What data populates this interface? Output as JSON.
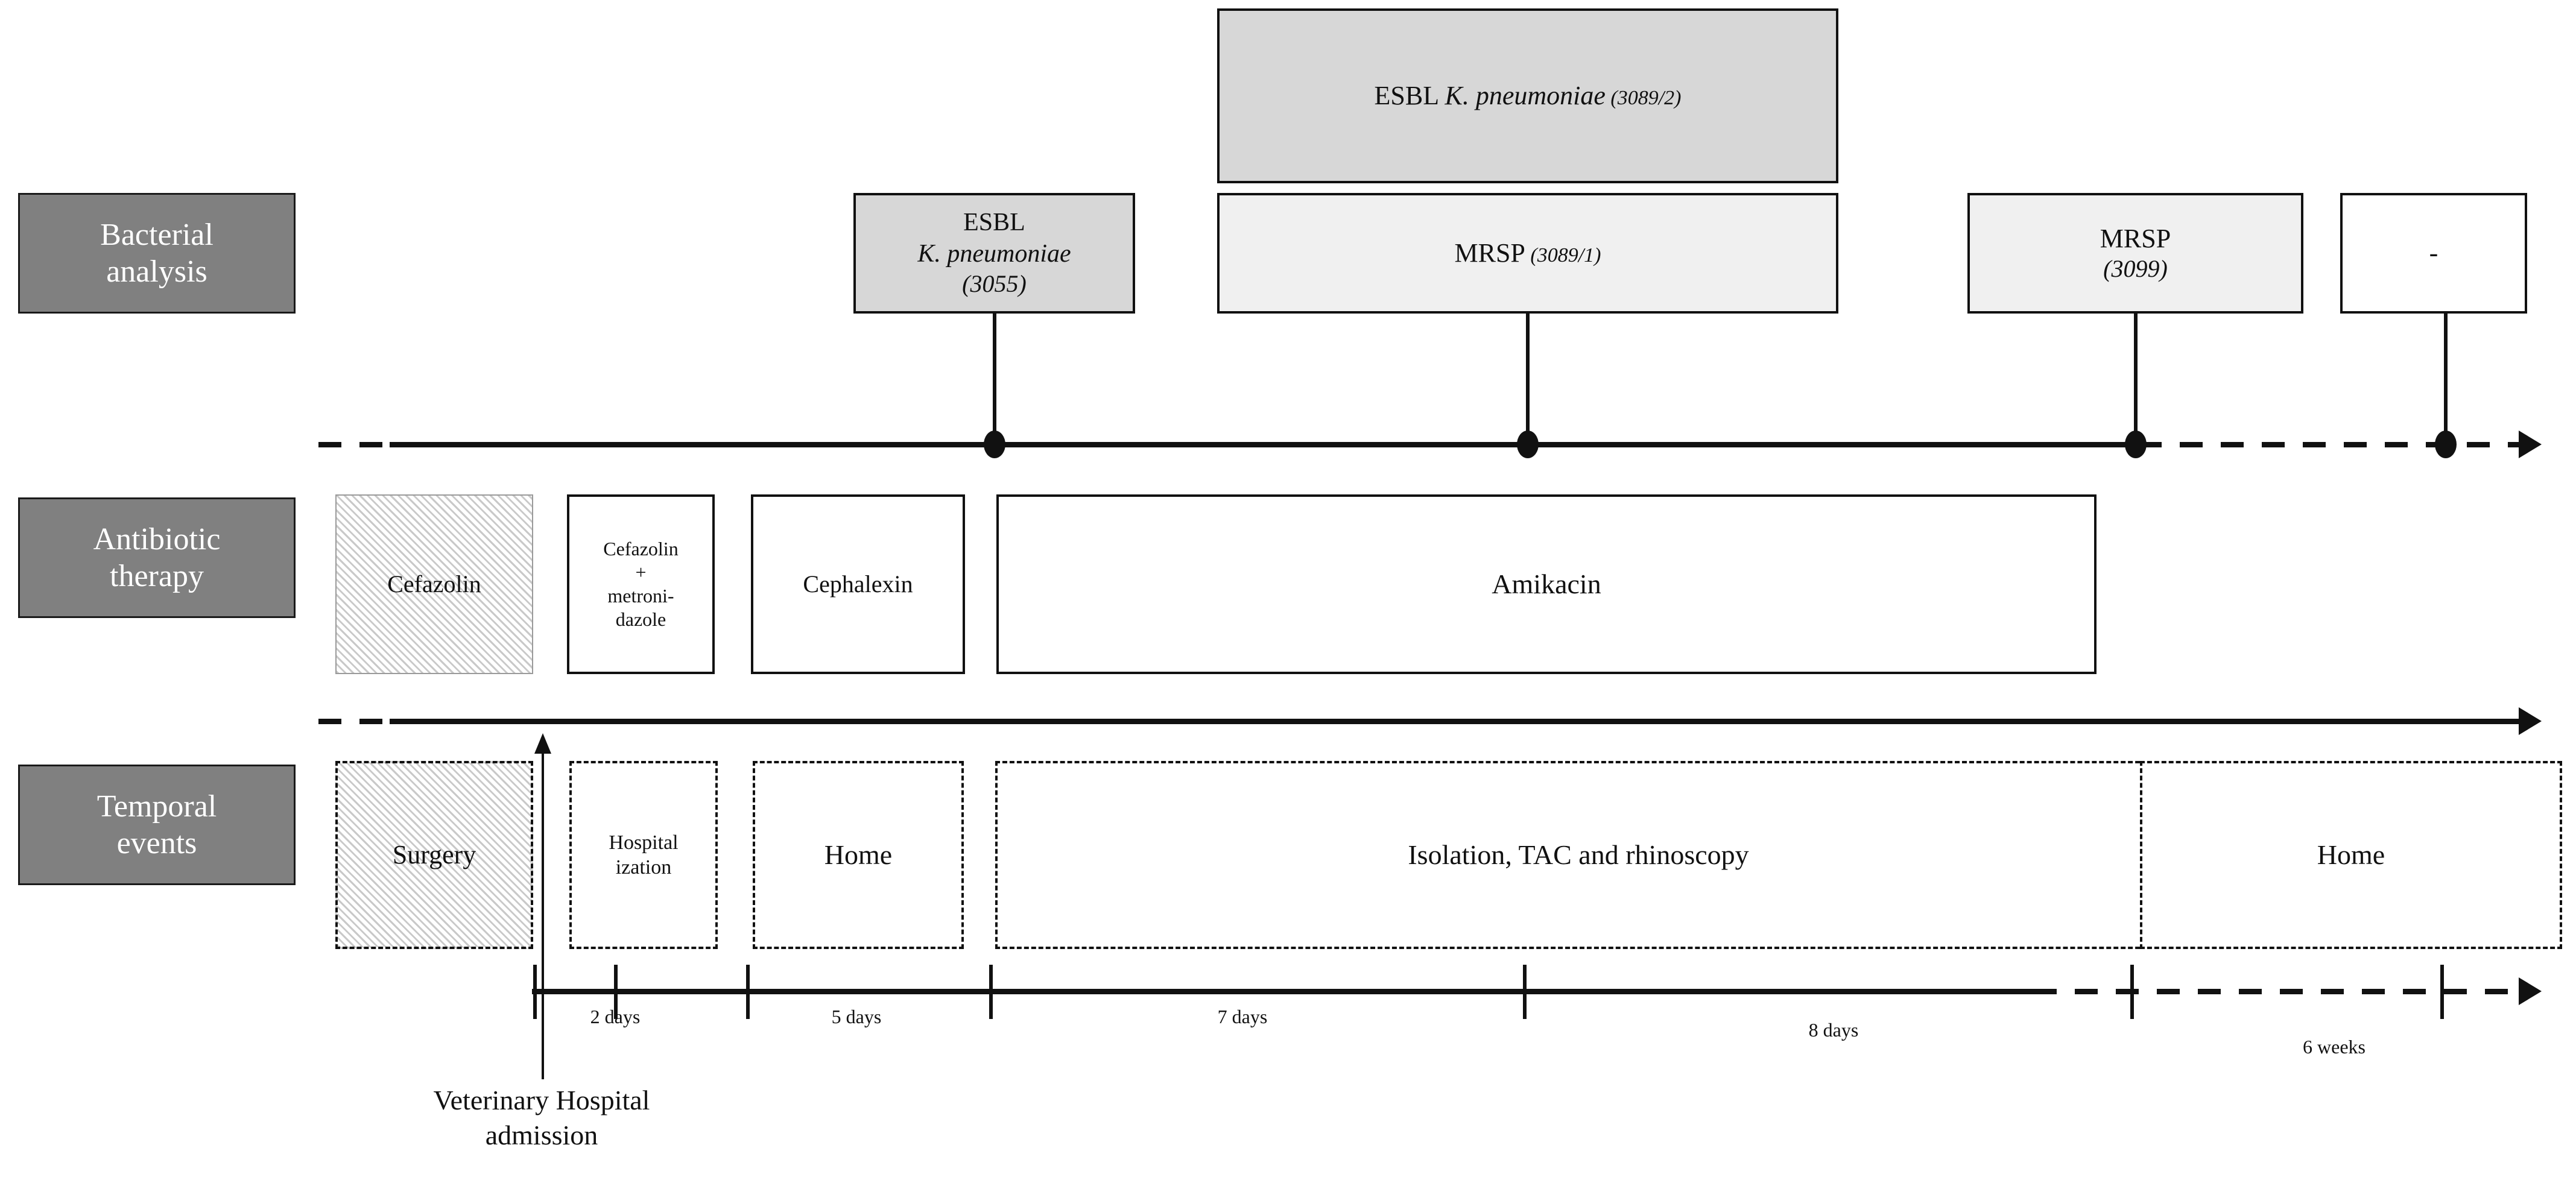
{
  "rows": {
    "bacterial": {
      "label": "Bacterial\nanalysis",
      "line1": "Bacterial",
      "line2": "analysis"
    },
    "antibiotic": {
      "label": "Antibiotic\ntherapy",
      "line1": "Antibiotic",
      "line2": "therapy"
    },
    "temporal": {
      "label": "Temporal\nevents",
      "line1": "Temporal",
      "line2": "events"
    }
  },
  "bacterial_analysis": {
    "esbl_3055": {
      "line1": "ESBL",
      "line2": "K. pneumoniae",
      "line3": "(3055)"
    },
    "esbl_3089_2": {
      "prefix": "ESBL ",
      "species": "K. pneumoniae",
      "code": " (3089/2)"
    },
    "mrsp_3089_1": {
      "name": "MRSP",
      "code": " (3089/1)"
    },
    "mrsp_3099": {
      "name": "MRSP",
      "code": "(3099)"
    },
    "none": {
      "name": "-"
    }
  },
  "antibiotic_therapy": {
    "cefazolin": "Cefazolin",
    "cefazolin_metronidazole": {
      "line1": "Cefazolin",
      "line2": "+",
      "line3": "metroni-",
      "line4": "dazole"
    },
    "cephalexin": "Cephalexin",
    "amikacin": "Amikacin"
  },
  "temporal_events": {
    "surgery": "Surgery",
    "hospitalization": {
      "line1": "Hospital",
      "line2": "ization"
    },
    "home_first": "Home",
    "isolation": "Isolation, TAC and rhinoscopy",
    "home_last": "Home"
  },
  "annotations": {
    "admission": {
      "line1": "Veterinary Hospital",
      "line2": "admission"
    }
  },
  "durations": [
    {
      "label": "2 days"
    },
    {
      "label": "5 days"
    },
    {
      "label": "7 days"
    },
    {
      "label": "8 days"
    },
    {
      "label": "6 weeks"
    }
  ],
  "colors": {
    "row_label_bg": "#808080",
    "row_label_text": "#ffffff",
    "box_mid_gray": "#d7d7d7",
    "box_light_gray": "#f0f0f0",
    "line": "#111111"
  }
}
